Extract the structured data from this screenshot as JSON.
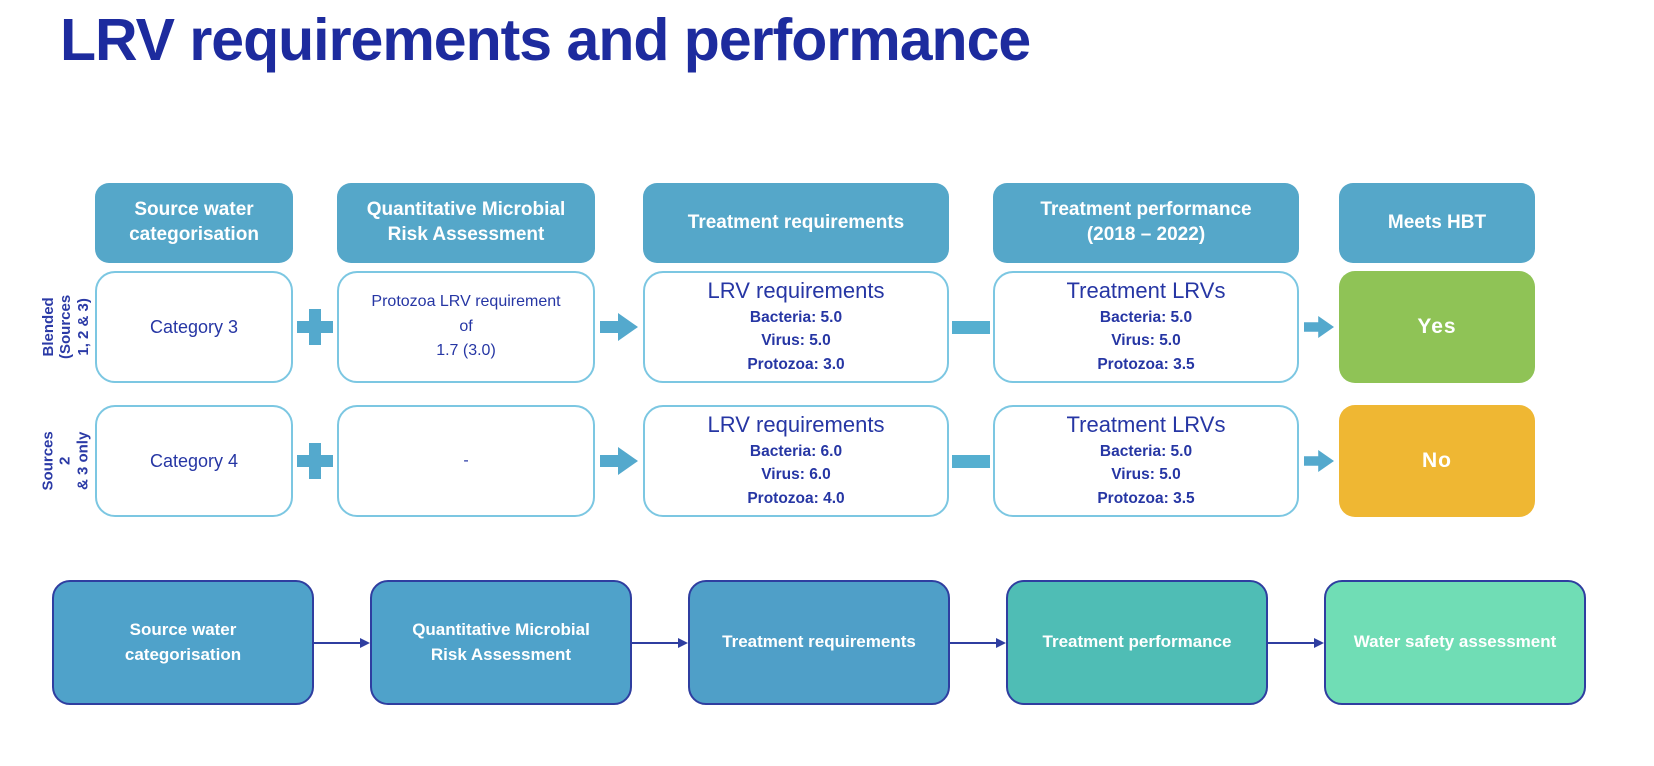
{
  "title": "LRV requirements and performance",
  "colors": {
    "title_navy": "#1d2b9e",
    "header_teal": "#55a7c9",
    "row_box_border": "#7cc7e2",
    "box_text_navy": "#2636a4",
    "connector_teal": "#54a9cd",
    "yes_green": "#8fc356",
    "no_amber": "#efb733",
    "flow_border_navy": "#2f3ea0"
  },
  "table": {
    "headers": {
      "source": "Source water\ncategorisation",
      "qmra": "Quantitative Microbial\nRisk Assessment",
      "requirements": "Treatment requirements",
      "performance": "Treatment performance\n(2018 – 2022)",
      "meets": "Meets HBT"
    },
    "rows": [
      {
        "group_label": "Blended\n(Sources\n1, 2 & 3)",
        "category": "Category 3",
        "qmra": "Protozoa LRV requirement\nof\n1.7 (3.0)",
        "requirements_title": "LRV requirements",
        "requirements_lines": [
          "Bacteria: 5.0",
          "Virus: 5.0",
          "Protozoa: 3.0"
        ],
        "performance_title": "Treatment LRVs",
        "performance_lines": [
          "Bacteria: 5.0",
          "Virus: 5.0",
          "Protozoa: 3.5"
        ],
        "meets_hbt": "Yes",
        "meets_color": "#8fc356"
      },
      {
        "group_label": "Sources 2\n& 3 only",
        "category": "Category 4",
        "qmra": "-",
        "requirements_title": "LRV requirements",
        "requirements_lines": [
          "Bacteria: 6.0",
          "Virus: 6.0",
          "Protozoa: 4.0"
        ],
        "performance_title": "Treatment LRVs",
        "performance_lines": [
          "Bacteria: 5.0",
          "Virus: 5.0",
          "Protozoa: 3.5"
        ],
        "meets_hbt": "No",
        "meets_color": "#efb733"
      }
    ]
  },
  "process_flow": [
    {
      "label": "Source water\ncategorisation",
      "color": "#4fa2ca"
    },
    {
      "label": "Quantitative Microbial\nRisk Assessment",
      "color": "#4fa2ca"
    },
    {
      "label": "Treatment requirements",
      "color": "#4f9fc8"
    },
    {
      "label": "Treatment performance",
      "color": "#4fbdb5"
    },
    {
      "label": "Water safety assessment",
      "color": "#70ddb5"
    }
  ]
}
